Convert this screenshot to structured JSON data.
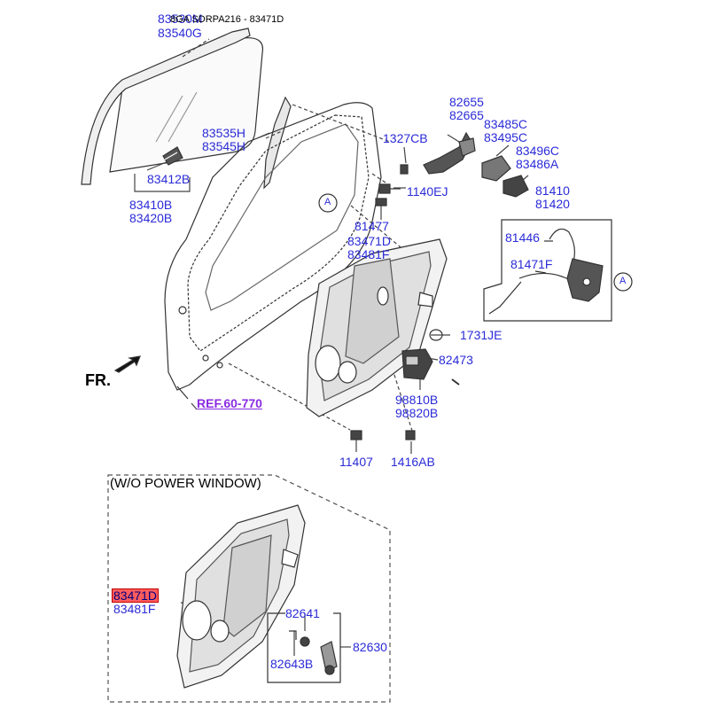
{
  "header": {
    "text": "83530M",
    "overlap_text": "8GA SDRPA216 - 83471D"
  },
  "labels": {
    "l_83530m": "83530M",
    "l_83540g": "83540G",
    "l_83535h": "83535H",
    "l_83545h": "83545H",
    "l_83412b": "83412B",
    "l_83410b": "83410B",
    "l_83420b": "83420B",
    "l_1327cb": "1327CB",
    "l_1140ej": "1140EJ",
    "l_81477": "81477",
    "l_83471d_top": "83471D",
    "l_83481f_top": "83481F",
    "l_82655": "82655",
    "l_82665": "82665",
    "l_83485c": "83485C",
    "l_83495c": "83495C",
    "l_83496c": "83496C",
    "l_83486a": "83486A",
    "l_81410": "81410",
    "l_81420": "81420",
    "l_81446": "81446",
    "l_81471f": "81471F",
    "l_1731je": "1731JE",
    "l_82473": "82473",
    "l_98810b": "98810B",
    "l_98820b": "98820B",
    "l_11407": "11407",
    "l_1416ab": "1416AB",
    "l_83471d_bot": "83471D",
    "l_83481f_bot": "83481F",
    "l_82641": "82641",
    "l_82643b": "82643B",
    "l_82630": "82630"
  },
  "callouts": {
    "a_left": "A",
    "a_right": "A"
  },
  "ref": "REF.60-770",
  "fr": "FR.",
  "variant_box": {
    "title": "(W/O POWER WINDOW)"
  },
  "colors": {
    "label_blue": "#2b2bd8",
    "ref_purple": "#8a2be2",
    "highlight_fill": "#ff5c5c",
    "highlight_border": "#c00000",
    "line": "#333333"
  }
}
